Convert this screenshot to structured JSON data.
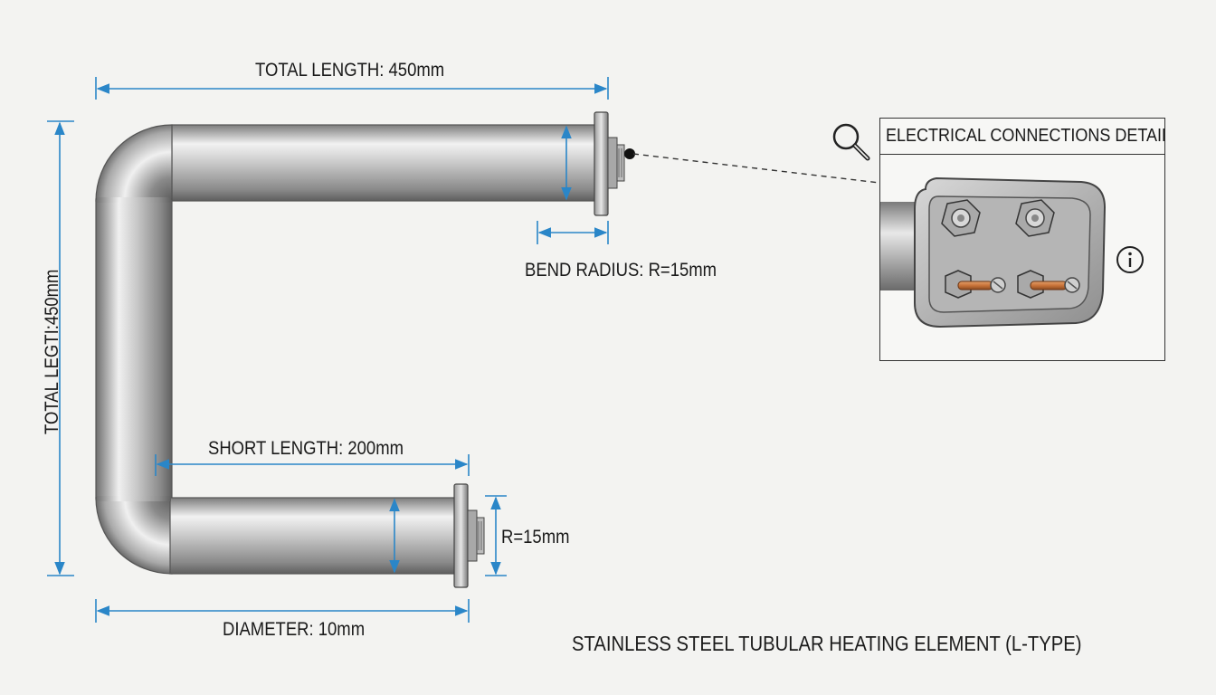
{
  "dimensions": {
    "total_length_top": "TOTAL LENGTH: 450mm",
    "total_length_left": "TOTAL LEGTI:450mm",
    "bend_radius": "BEND RADIUS: R=15mm",
    "short_length": "SHORT LENGTH: 200mm",
    "radius_small": "R=15mm",
    "diameter": "DIAMETER: 10mm"
  },
  "detail": {
    "title": "ELECTRICAL CONNECTIONS DETAIL",
    "zoom_icon": "magnifier-icon",
    "info_icon": "info-icon"
  },
  "caption": "STAINLESS STEEL TUBULAR HEATING ELEMENT (L-TYPE)",
  "colors": {
    "dimension_line": "#2a86c8",
    "tube_light": "#eeeeee",
    "tube_dark": "#6e6e6e",
    "copper": "#c8733a"
  }
}
